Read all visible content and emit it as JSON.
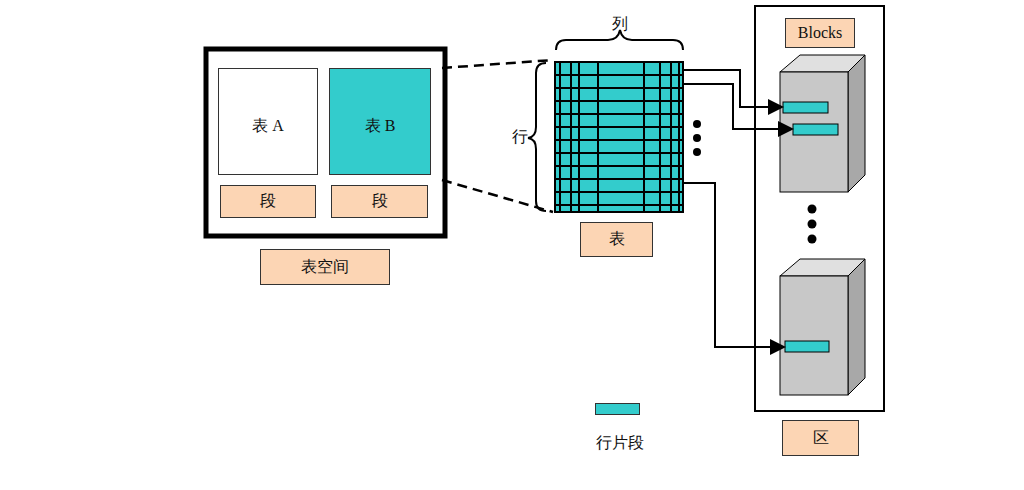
{
  "diagram": {
    "nodes": [
      {
        "text": [
          "表 A"
        ]
      },
      {
        "text": [
          "表 B"
        ]
      },
      {
        "text": [
          "段"
        ]
      },
      {
        "text": [
          "段"
        ]
      },
      {
        "text": [
          "表空间"
        ]
      },
      {
        "text": [
          "表"
        ]
      },
      {
        "text": [
          "Blocks"
        ]
      },
      {
        "text": [
          "区"
        ]
      }
    ],
    "labels": [
      "列",
      "行"
    ],
    "legend": [
      {
        "text": "行片段",
        "color": "#33cccc"
      }
    ]
  }
}
